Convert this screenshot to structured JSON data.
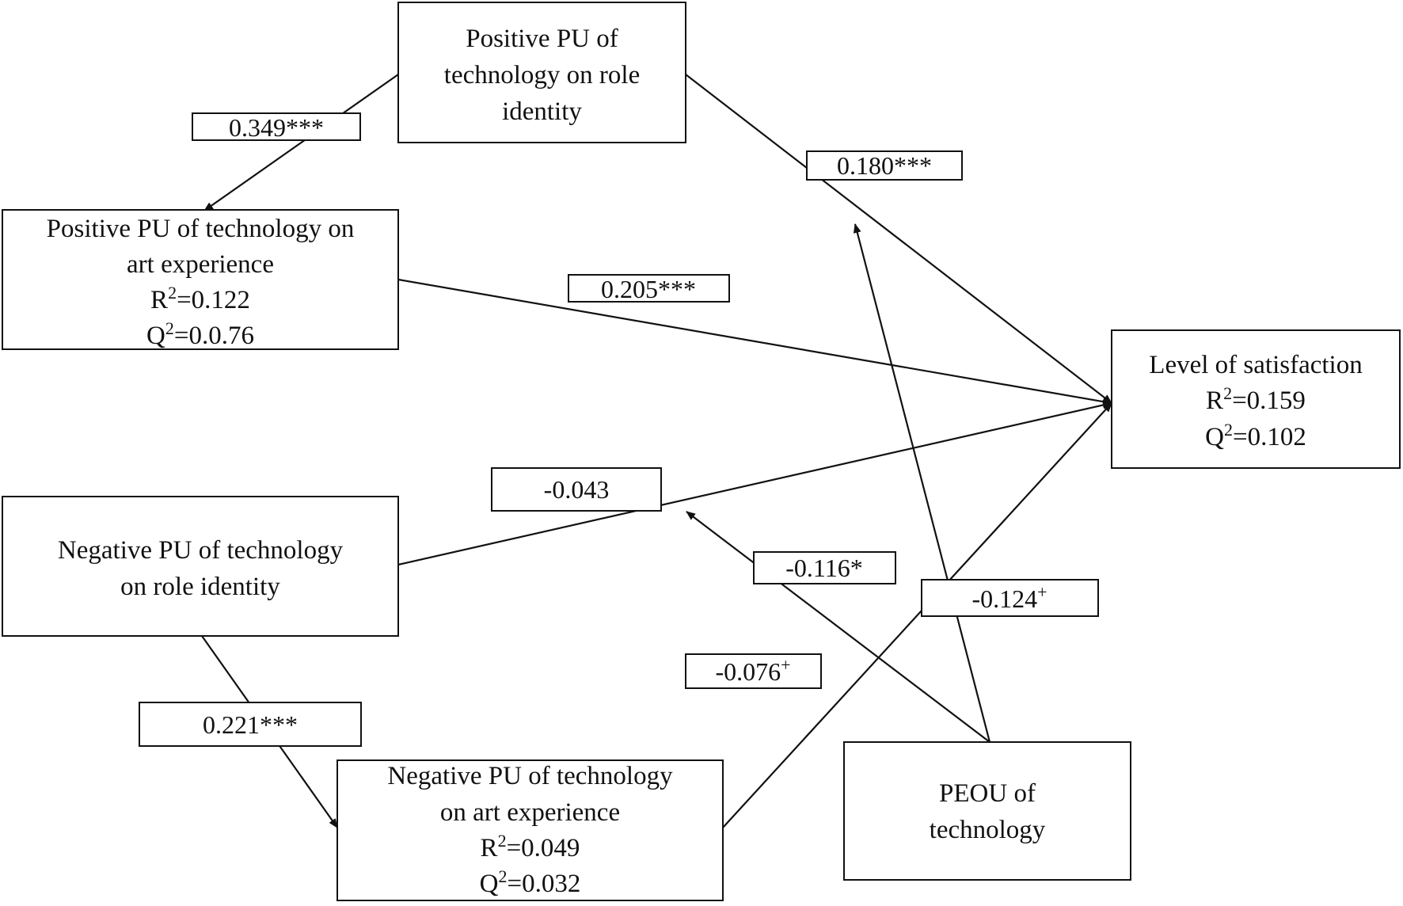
{
  "nodes": {
    "pos_role": {
      "lines": [
        "Positive PU of",
        "technology on role",
        "identity"
      ]
    },
    "pos_art": {
      "lines": [
        "Positive PU of technology on",
        "art experience"
      ],
      "r2": "0.122",
      "q2": "0.0.76"
    },
    "satisfaction": {
      "lines": [
        "Level of satisfaction"
      ],
      "r2": "0.159",
      "q2": "0.102"
    },
    "neg_role": {
      "lines": [
        "Negative PU of technology",
        "on role identity"
      ]
    },
    "neg_art": {
      "lines": [
        "Negative PU of technology",
        "on art experience"
      ],
      "r2": "0.049",
      "q2": "0.032"
    },
    "peou": {
      "lines": [
        "PEOU of",
        "technology"
      ]
    }
  },
  "edge_labels": {
    "pos_role_to_pos_art": {
      "value": "0.349",
      "sig": "***"
    },
    "pos_role_to_sat": {
      "value": "0.180",
      "sig": "***"
    },
    "pos_art_to_sat": {
      "value": "0.205",
      "sig": "***"
    },
    "neg_role_to_sat": {
      "value": "-0.043",
      "sig": ""
    },
    "peou_mod_neg_role": {
      "value": "-0.116",
      "sig": "*"
    },
    "neg_art_to_sat": {
      "value": "-0.124",
      "sig": "+"
    },
    "peou_mod_neg_art": {
      "value": "-0.076",
      "sig": "+"
    },
    "neg_role_to_neg_art": {
      "value": "0.221",
      "sig": "***"
    }
  },
  "stat_labels": {
    "r": "R",
    "q": "Q",
    "sup": "2",
    "eq": "="
  },
  "colors": {
    "line": "#111111",
    "background": "#ffffff"
  }
}
